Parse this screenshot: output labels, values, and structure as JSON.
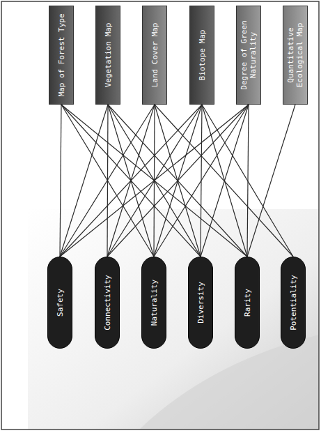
{
  "diagram": {
    "nodes": [
      {
        "text": [
          "Map of Forest Type"
        ]
      },
      {
        "text": [
          "Vegetation Map"
        ]
      },
      {
        "text": [
          "Land Cover Map"
        ]
      },
      {
        "text": [
          "Biotope Map"
        ]
      },
      {
        "text": [
          "Degree of Green Naturality"
        ]
      },
      {
        "text": [
          "Quantitative Ecological Map"
        ]
      },
      {
        "text": [
          "Safety"
        ]
      },
      {
        "text": [
          "Connectivity"
        ]
      },
      {
        "text": [
          "Naturality"
        ]
      },
      {
        "text": [
          "Diversity"
        ]
      },
      {
        "text": [
          "Rarity"
        ]
      },
      {
        "text": [
          "Potentiality"
        ]
      }
    ],
    "edges": [
      {
        "from": 0,
        "to": 6,
        "arrow": "none"
      },
      {
        "from": 0,
        "to": 8,
        "arrow": "none"
      },
      {
        "from": 0,
        "to": 9,
        "arrow": "none"
      },
      {
        "from": 0,
        "to": 10,
        "arrow": "none"
      },
      {
        "from": 1,
        "to": 6,
        "arrow": "none"
      },
      {
        "from": 1,
        "to": 7,
        "arrow": "none"
      },
      {
        "from": 1,
        "to": 8,
        "arrow": "none"
      },
      {
        "from": 1,
        "to": 9,
        "arrow": "none"
      },
      {
        "from": 1,
        "to": 10,
        "arrow": "none"
      },
      {
        "from": 2,
        "to": 6,
        "arrow": "none"
      },
      {
        "from": 2,
        "to": 7,
        "arrow": "none"
      },
      {
        "from": 2,
        "to": 8,
        "arrow": "none"
      },
      {
        "from": 2,
        "to": 9,
        "arrow": "none"
      },
      {
        "from": 2,
        "to": 11,
        "arrow": "none"
      },
      {
        "from": 3,
        "to": 6,
        "arrow": "none"
      },
      {
        "from": 3,
        "to": 7,
        "arrow": "none"
      },
      {
        "from": 3,
        "to": 8,
        "arrow": "none"
      },
      {
        "from": 3,
        "to": 9,
        "arrow": "none"
      },
      {
        "from": 3,
        "to": 10,
        "arrow": "none"
      },
      {
        "from": 3,
        "to": 11,
        "arrow": "none"
      },
      {
        "from": 4,
        "to": 6,
        "arrow": "none"
      },
      {
        "from": 4,
        "to": 7,
        "arrow": "none"
      },
      {
        "from": 4,
        "to": 8,
        "arrow": "none"
      },
      {
        "from": 4,
        "to": 9,
        "arrow": "none"
      },
      {
        "from": 4,
        "to": 10,
        "arrow": "none"
      },
      {
        "from": 5,
        "to": 10,
        "arrow": "none"
      }
    ]
  }
}
